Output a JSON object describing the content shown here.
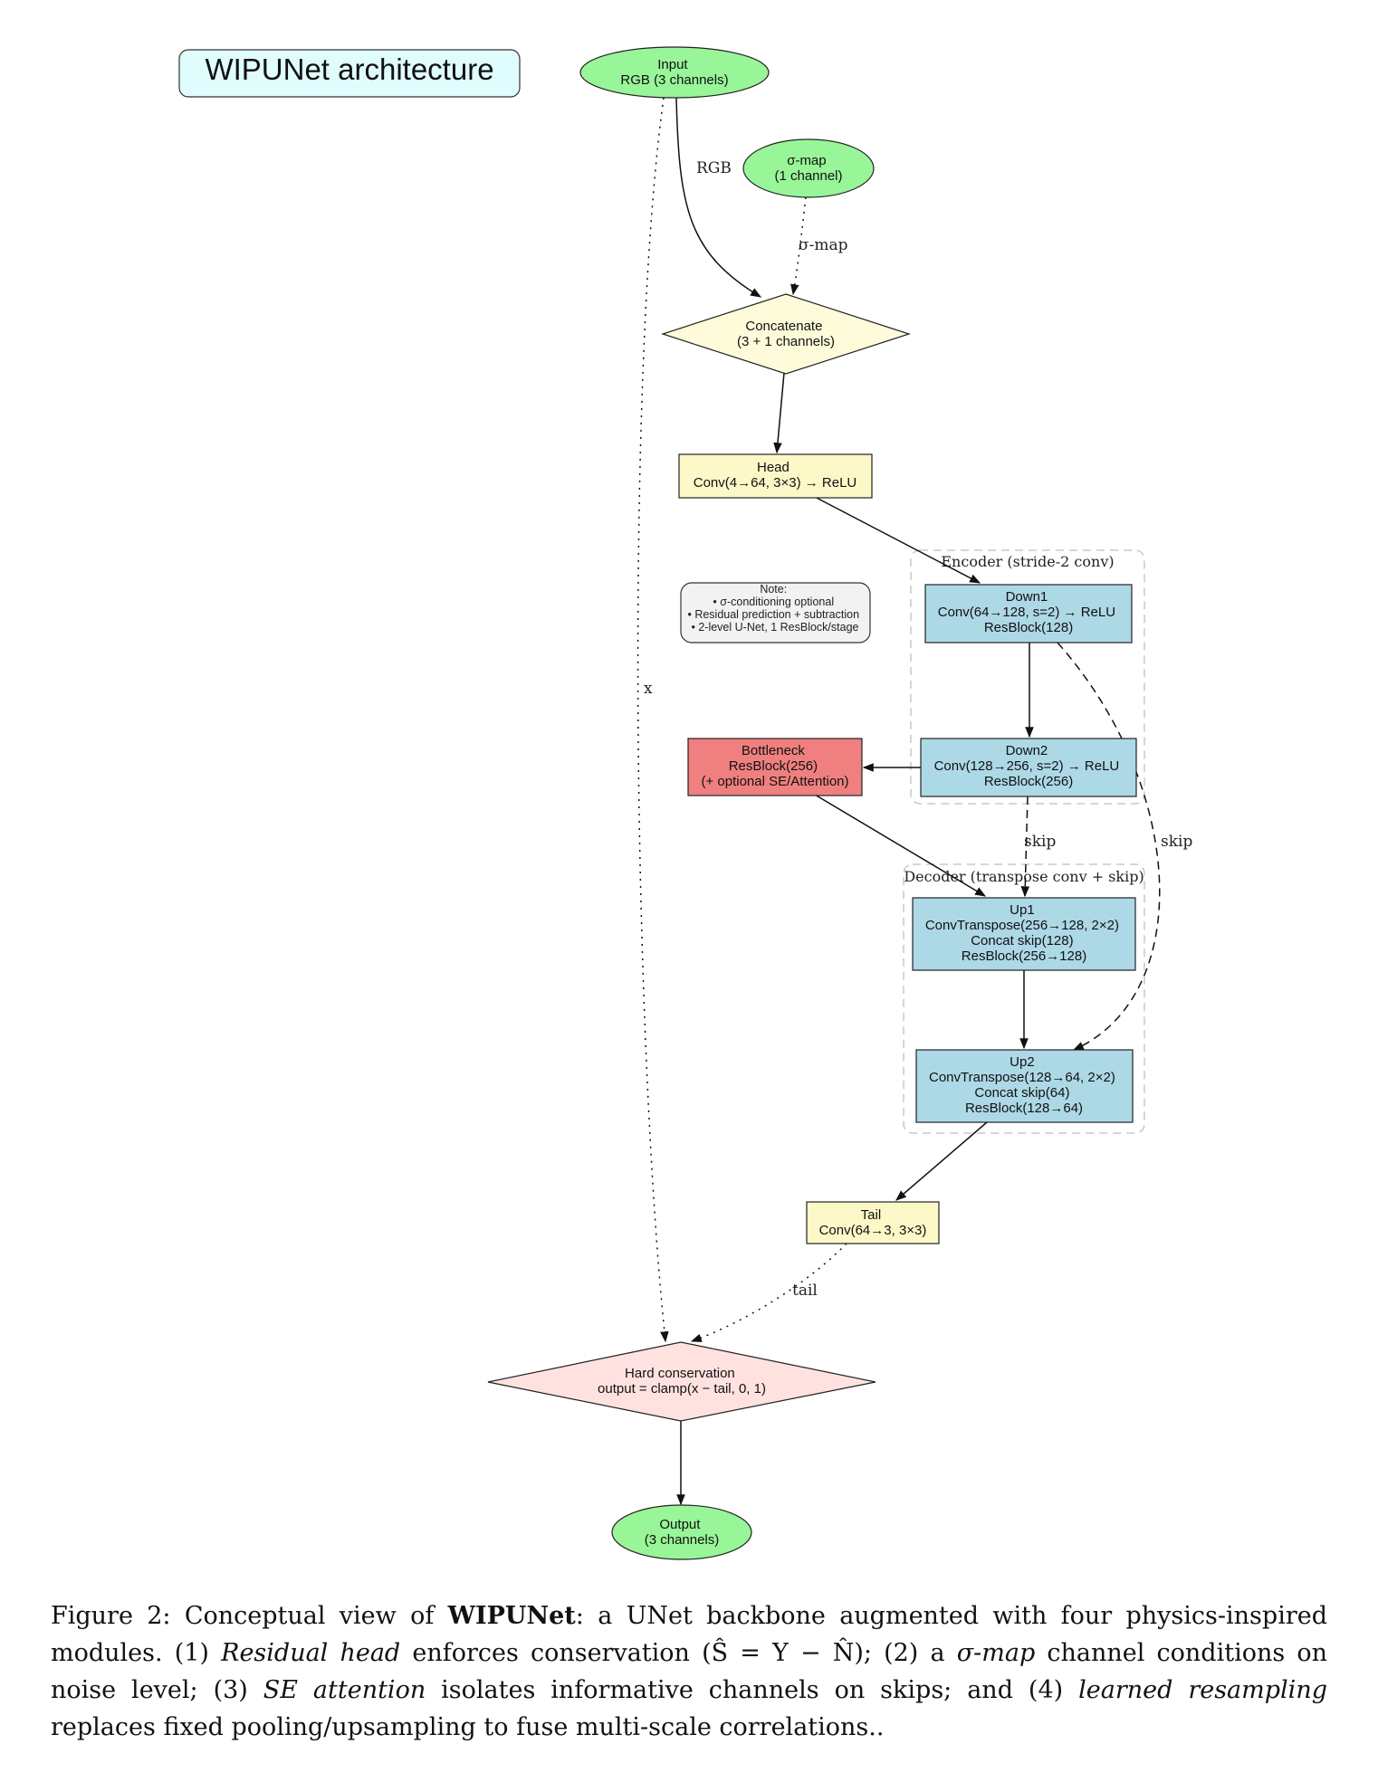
{
  "title": "WIPUNet architecture",
  "nodes": {
    "input": [
      "Input",
      "RGB (3 channels)"
    ],
    "sigma": [
      "σ-map",
      "(1 channel)"
    ],
    "concat": [
      "Concatenate",
      "(3 + 1 channels)"
    ],
    "head": [
      "Head",
      "Conv(4→64, 3×3) → ReLU"
    ],
    "down1": [
      "Down1",
      "Conv(64→128, s=2) → ReLU",
      "ResBlock(128)"
    ],
    "down2": [
      "Down2",
      "Conv(128→256, s=2) → ReLU",
      "ResBlock(256)"
    ],
    "bottleneck": [
      "Bottleneck",
      "ResBlock(256)",
      "(+ optional SE/Attention)"
    ],
    "up1": [
      "Up1",
      "ConvTranspose(256→128, 2×2)",
      "Concat skip(128)",
      "ResBlock(256→128)"
    ],
    "up2": [
      "Up2",
      "ConvTranspose(128→64, 2×2)",
      "Concat skip(64)",
      "ResBlock(128→64)"
    ],
    "tail": [
      "Tail",
      "Conv(64→3, 3×3)"
    ],
    "hard": [
      "Hard conservation",
      "output = clamp(x − tail, 0, 1)"
    ],
    "output": [
      "Output",
      "(3 channels)"
    ]
  },
  "note": [
    "Note:",
    "• σ-conditioning optional",
    "• Residual prediction + subtraction",
    "• 2-level U-Net, 1 ResBlock/stage"
  ],
  "clusters": {
    "encoder": "Encoder (stride-2 conv)",
    "decoder": "Decoder (transpose conv + skip)"
  },
  "edge_labels": {
    "rgb": "RGB",
    "sigma_map": "σ-map",
    "x": "x",
    "skip_inner": "skip",
    "skip_outer": "skip",
    "tail": "tail"
  },
  "colors": {
    "input_green": "#98f598",
    "concat_yellow": "#fdfbd9",
    "box_yellow": "#fdf8c8",
    "box_blue": "#add8e6",
    "bottleneck_red": "#f08080",
    "hard_pink": "#ffe2e0",
    "title_bg": "#e0fdfe",
    "note_bg": "#f2f2f2"
  },
  "caption": {
    "prefix": "Figure 2: Conceptual view of ",
    "bold": "WIPUNet",
    "p1": ": a UNet backbone augmented with four physics-inspired modules. (1) ",
    "i1": "Residual head",
    "p2": " enforces conservation (Ŝ = Y − N̂); (2) a ",
    "i2": "σ-map",
    "p3": " channel conditions on noise level; (3) ",
    "i3": "SE attention",
    "p4": " isolates informative channels on skips; and (4) ",
    "i4": "learned resampling",
    "p5": " replaces fixed pooling/upsampling to fuse multi-scale correlations.."
  }
}
